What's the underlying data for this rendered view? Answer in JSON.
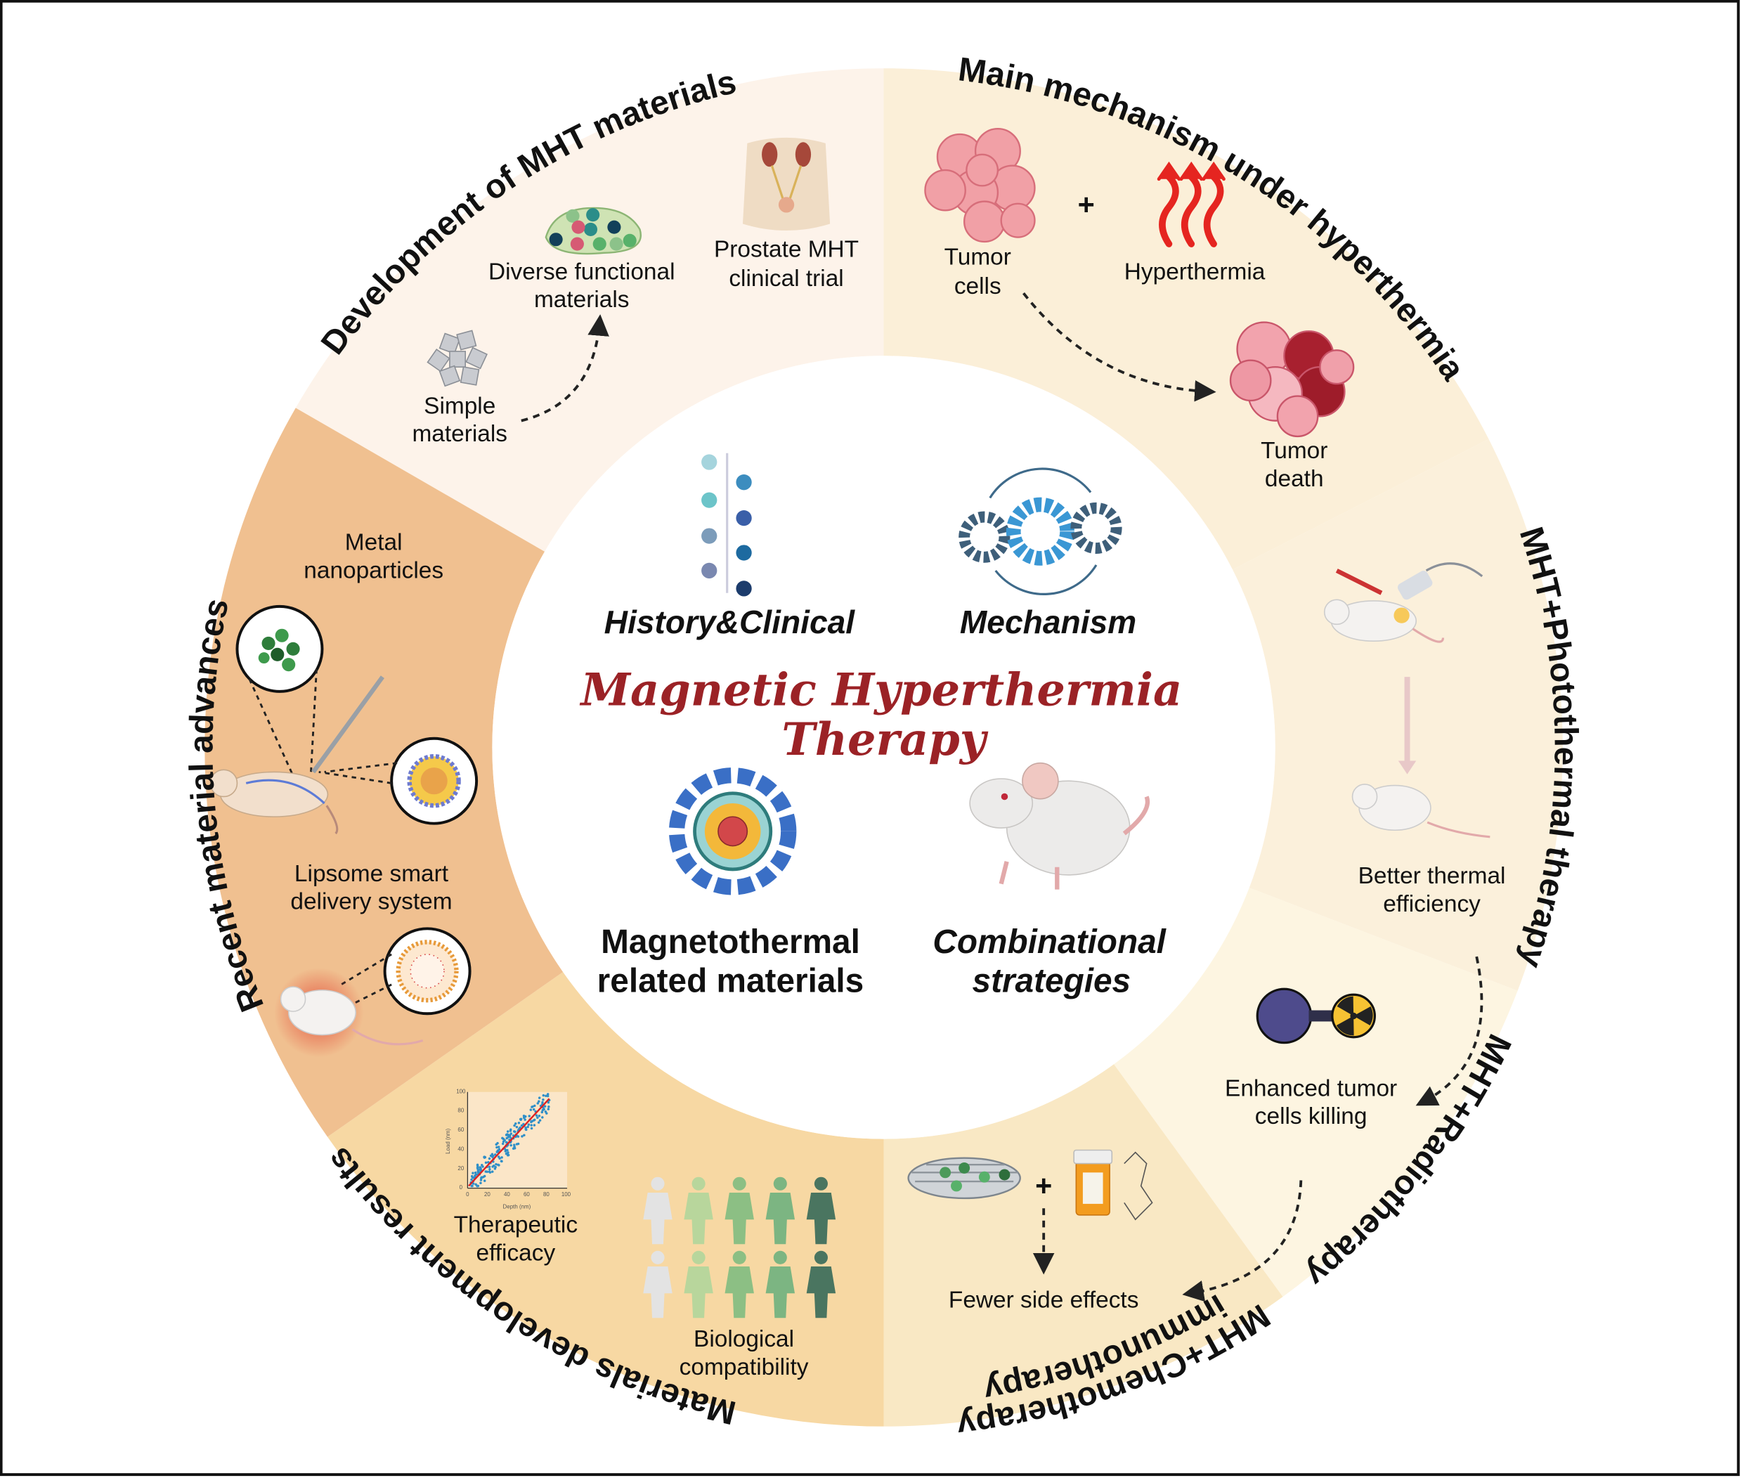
{
  "title": {
    "line1": "Magnetic Hyperthermia",
    "line2": "Therapy",
    "color": "#9b2226"
  },
  "quadrants": {
    "history": "History&Clinical",
    "mechanism": "Mechanism",
    "materials": {
      "line1": "Magnetothermal",
      "line2": "related materials"
    },
    "combination": {
      "line1": "Combinational",
      "line2": "strategies"
    }
  },
  "segments": [
    {
      "id": "development",
      "title": "Development of MHT materials",
      "color": "#fdf3ea"
    },
    {
      "id": "main-mechanism",
      "title": "Main mechanism under hyperthermia",
      "color": "#fbefd8"
    },
    {
      "id": "photothermal",
      "title": "MHT+Photothermal therapy",
      "color": "#fbf0db"
    },
    {
      "id": "radiotherapy",
      "title": "MHT+Radiotherapy",
      "color": "#fdf5e1"
    },
    {
      "id": "chemo-immuno",
      "title": "MHT+Chemotherapy",
      "title2": "immunotherapy",
      "color": "#f9e8c4"
    },
    {
      "id": "materials-results",
      "title": "Materials development results",
      "color": "#f7d8a3"
    },
    {
      "id": "recent-advances",
      "title": "Recent material advances",
      "color": "#f0c090"
    }
  ],
  "labels": {
    "diverse": [
      "Diverse functional",
      "materials"
    ],
    "prostate": [
      "Prostate MHT",
      "clinical trial"
    ],
    "simple": [
      "Simple",
      "materials"
    ],
    "tumor_cells": [
      "Tumor",
      "cells"
    ],
    "plus": "+",
    "hyperthermia": "Hyperthermia",
    "tumor_death": [
      "Tumor",
      "death"
    ],
    "metal": [
      "Metal",
      "nanoparticles"
    ],
    "liposome": [
      "Lipsome smart",
      "delivery system"
    ],
    "thermal": [
      "Better thermal",
      "efficiency"
    ],
    "enhanced": [
      "Enhanced tumor",
      "cells killing"
    ],
    "fewer": "Fewer side effects",
    "therapeutic": [
      "Therapeutic",
      "efficacy"
    ],
    "biological": [
      "Biological",
      "compatibility"
    ]
  },
  "inset_chart": {
    "xlabel": "Depth (nm)",
    "ylabel": "Load (nm)",
    "ticks": [
      "0",
      "20",
      "40",
      "60",
      "80",
      "100"
    ]
  }
}
